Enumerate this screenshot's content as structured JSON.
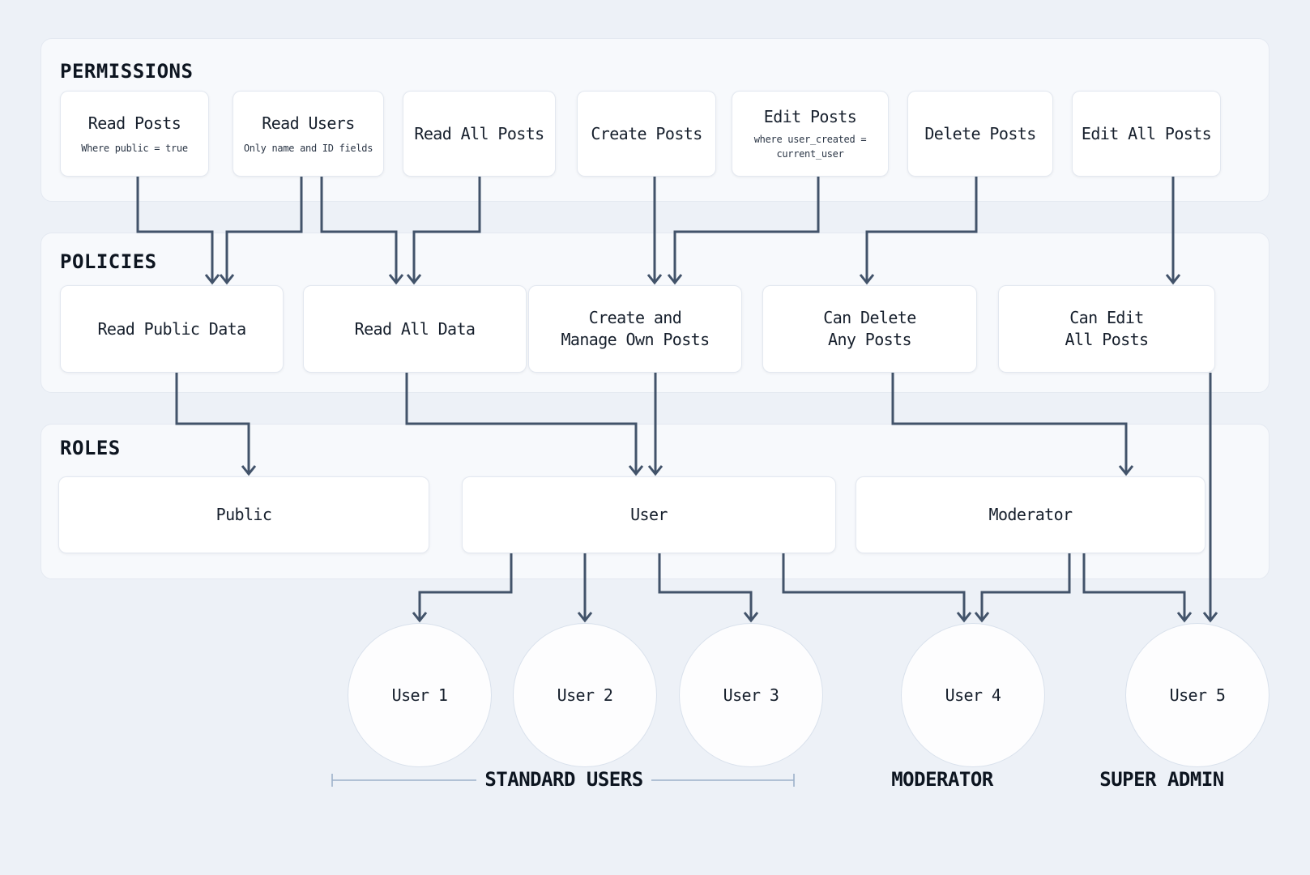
{
  "sections": {
    "permissions": {
      "title": "PERMISSIONS",
      "items": [
        {
          "label": "Read Posts",
          "sublabel": "Where public = true"
        },
        {
          "label": "Read Users",
          "sublabel": "Only name and ID fields"
        },
        {
          "label": "Read All Posts",
          "sublabel": ""
        },
        {
          "label": "Create Posts",
          "sublabel": ""
        },
        {
          "label": "Edit Posts",
          "sublabel": "where user_created =\ncurrent_user"
        },
        {
          "label": "Delete Posts",
          "sublabel": ""
        },
        {
          "label": "Edit All Posts",
          "sublabel": ""
        }
      ]
    },
    "policies": {
      "title": "POLICIES",
      "items": [
        {
          "label": "Read Public Data"
        },
        {
          "label": "Read All Data"
        },
        {
          "label": "Create and\nManage Own Posts"
        },
        {
          "label": "Can Delete\nAny Posts"
        },
        {
          "label": "Can Edit\nAll Posts"
        }
      ]
    },
    "roles": {
      "title": "ROLES",
      "items": [
        {
          "label": "Public"
        },
        {
          "label": "User"
        },
        {
          "label": "Moderator"
        }
      ]
    }
  },
  "users": {
    "items": [
      {
        "label": "User 1"
      },
      {
        "label": "User 2"
      },
      {
        "label": "User 3"
      },
      {
        "label": "User 4"
      },
      {
        "label": "User 5"
      }
    ]
  },
  "group_labels": {
    "standard_users": "STANDARD USERS",
    "moderator": "MODERATOR",
    "super_admin": "SUPER ADMIN"
  },
  "colors": {
    "page_bg": "#edf1f7",
    "section_bg": "#f7f9fc",
    "section_border": "#e4e9f1",
    "node_bg": "#ffffff",
    "node_border": "#e3e8f0",
    "arrow": "#42536a",
    "bracket": "#9db1ca",
    "text": "#0d1520"
  }
}
